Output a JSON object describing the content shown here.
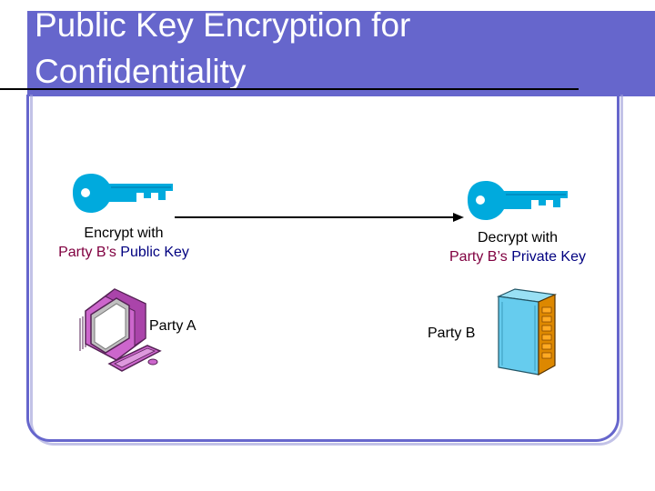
{
  "title": {
    "line1": "Public Key Encryption for",
    "line2": "Confidentiality"
  },
  "party_a": {
    "action": "Encrypt with",
    "key_owner": "Party B’s",
    "key_type": "Public Key",
    "name": "Party A"
  },
  "party_b": {
    "action": "Decrypt with",
    "key_owner": "Party B’s",
    "key_type": "Private Key",
    "name": "Party B"
  },
  "colors": {
    "title_band": "#6666cc",
    "key": "#00aadd",
    "computer": "#cc66cc",
    "server": "#66ccee",
    "party_label": "#800040",
    "key_type_label": "#000080"
  },
  "icons": {
    "key_a": "key-icon",
    "key_b": "key-icon",
    "party_a_device": "desktop-computer-icon",
    "party_b_device": "server-tower-icon"
  }
}
